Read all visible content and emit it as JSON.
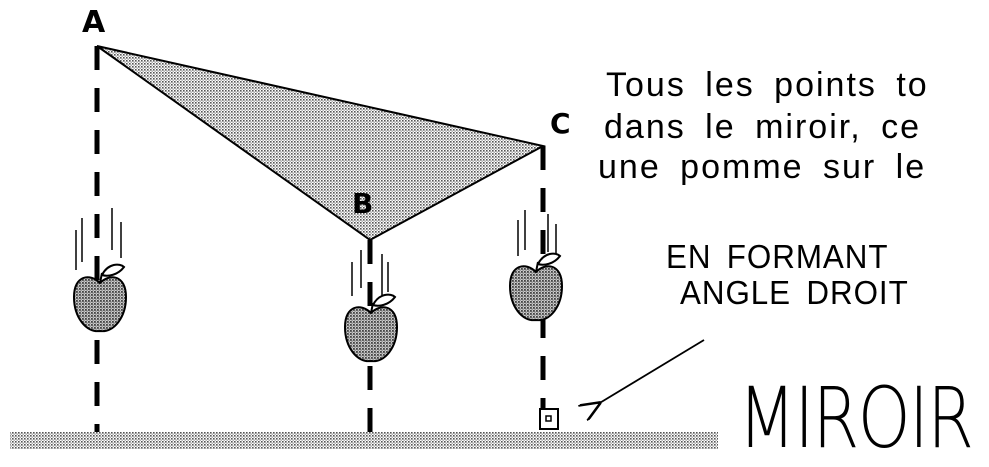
{
  "points": {
    "a": "A",
    "b": "B",
    "c": "C"
  },
  "caption": {
    "line1": "Tous les points to",
    "line2": "dans le miroir, ce",
    "line3": "une pomme sur le",
    "line4": "EN FORMANT",
    "line5": "ANGLE DROIT"
  },
  "mirror_label": "MIROIR",
  "colors": {
    "ink": "#000000",
    "shade": "#9a9a9a",
    "apple": "#8f8f8f"
  },
  "icons": [
    "apple-icon",
    "right-angle-marker-icon",
    "arrow-icon"
  ]
}
